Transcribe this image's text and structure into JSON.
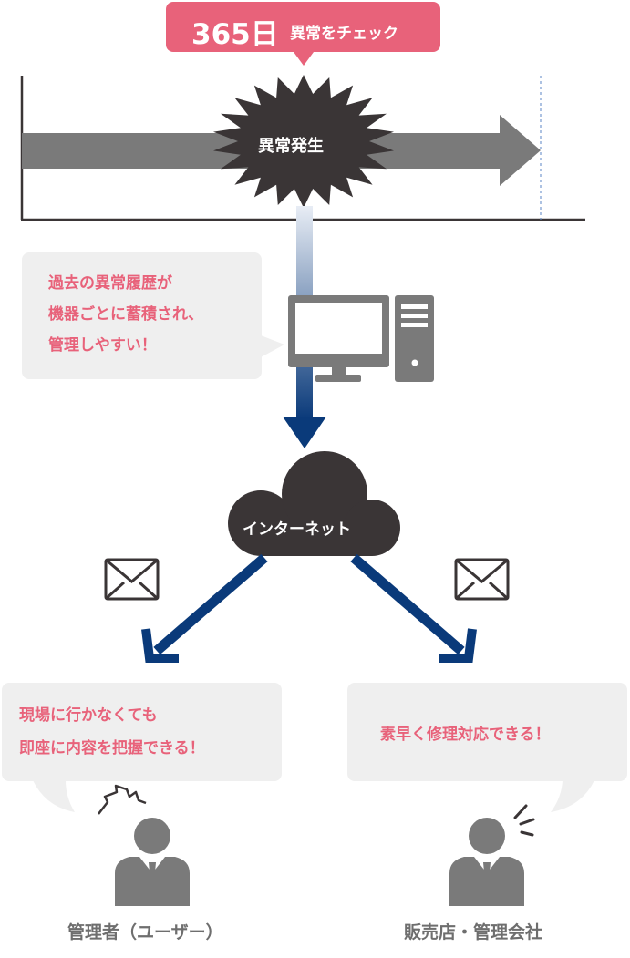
{
  "header": {
    "days": "365日",
    "check_label": "異常をチェック"
  },
  "timeline": {
    "event_label": "異常発生"
  },
  "history_callout": {
    "lines": [
      "過去の異常履歴が",
      "機器ごとに蓄積され、",
      "管理しやすい！"
    ]
  },
  "network": {
    "label": "インターネット"
  },
  "user_callout": {
    "lines": [
      "現場に行かなくても",
      "即座に内容を把握できる！"
    ]
  },
  "dealer_callout": {
    "lines": [
      "素早く修理対応できる！"
    ]
  },
  "persons": {
    "admin": "管理者（ユーザー）",
    "dealer": "販売店・管理会社"
  },
  "colors": {
    "pink": "#e8627a",
    "navy": "#0a3a7a",
    "gray": "#7a7a7a",
    "dark": "#3a3536",
    "panel": "#efefef"
  }
}
